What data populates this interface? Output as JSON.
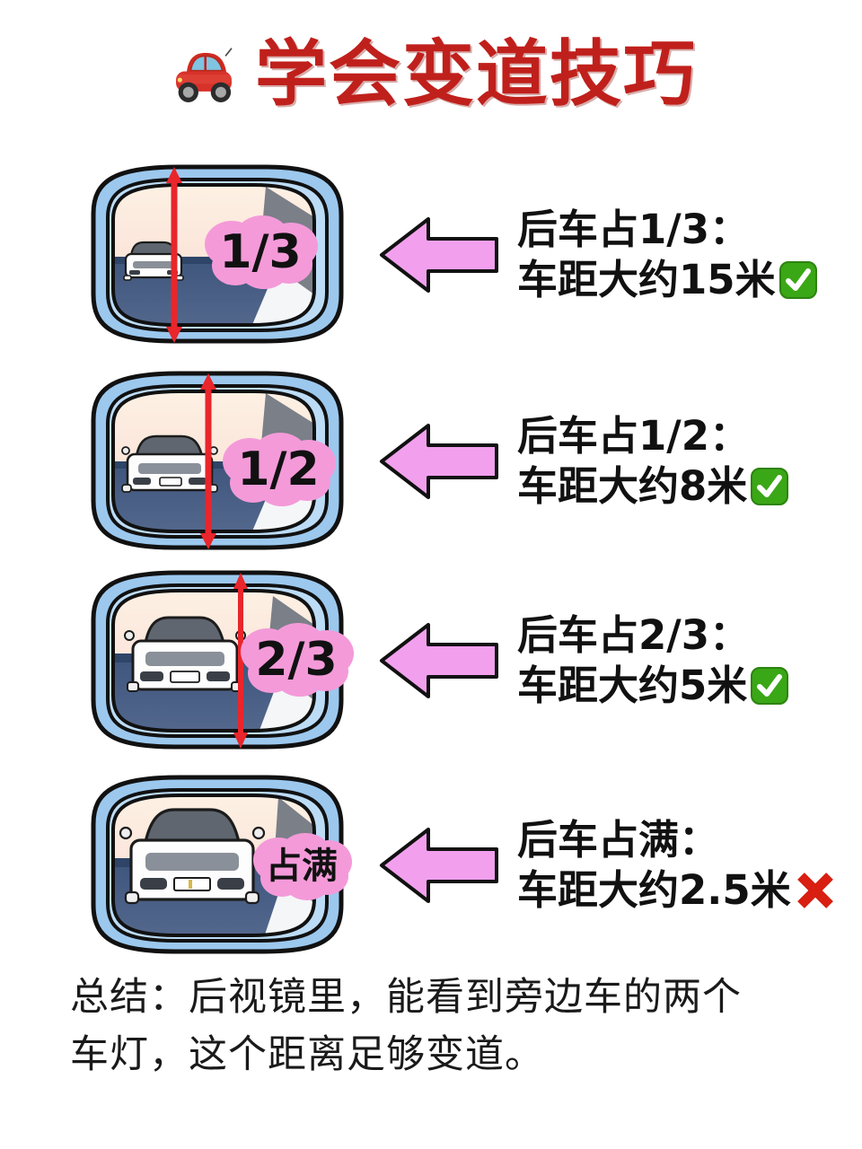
{
  "header": {
    "icon": "red-car-emoji",
    "title": "学会变道技巧"
  },
  "colors": {
    "title_red": "#c0201c",
    "arrow_pink": "#f2a0ee",
    "badge_pink": "#f49ad9",
    "measure_red": "#e8262c",
    "mirror_frame_blue": "#8dc0ea",
    "mirror_road_blue": "#4f6a93",
    "mirror_sky_cream": "#fbe9da",
    "check_green": "#3aa716",
    "cross_red": "#d81f11",
    "text_black": "#111111"
  },
  "rows": [
    {
      "id": "one-third",
      "mirror": {
        "icon": "side-mirror-icon",
        "car_size": "small",
        "measure_arrow": "double-arrow-vertical",
        "measure_fraction": 0.333
      },
      "badge": {
        "label": "1/3",
        "style": "frac"
      },
      "arrow": {
        "icon": "arrow-left-icon"
      },
      "caption_line1": "后车占1/3：",
      "caption_line2": "车距大约15米",
      "mark": "check-mark-icon",
      "distance_meters": "15"
    },
    {
      "id": "one-half",
      "mirror": {
        "icon": "side-mirror-icon",
        "car_size": "medium",
        "measure_arrow": "double-arrow-vertical",
        "measure_fraction": 0.5
      },
      "badge": {
        "label": "1/2",
        "style": "frac"
      },
      "arrow": {
        "icon": "arrow-left-icon"
      },
      "caption_line1": "后车占1/2：",
      "caption_line2": "车距大约8米",
      "mark": "check-mark-icon",
      "distance_meters": "8"
    },
    {
      "id": "two-thirds",
      "mirror": {
        "icon": "side-mirror-icon",
        "car_size": "large",
        "measure_arrow": "double-arrow-vertical",
        "measure_fraction": 0.667
      },
      "badge": {
        "label": "2/3",
        "style": "frac"
      },
      "arrow": {
        "icon": "arrow-left-icon"
      },
      "caption_line1": "后车占2/3：",
      "caption_line2": "车距大约5米",
      "mark": "check-mark-icon",
      "distance_meters": "5"
    },
    {
      "id": "full",
      "mirror": {
        "icon": "side-mirror-icon",
        "car_size": "xlarge",
        "measure_arrow": "none",
        "measure_fraction": 1.0
      },
      "badge": {
        "label": "占满",
        "style": "full"
      },
      "arrow": {
        "icon": "arrow-left-icon"
      },
      "caption_line1": "后车占满：",
      "caption_line2": "车距大约2.5米",
      "mark": "cross-mark-icon",
      "distance_meters": "2.5"
    }
  ],
  "summary": {
    "line1": "总结：后视镜里，能看到旁边车的两个",
    "line2": "车灯，这个距离足够变道。"
  }
}
